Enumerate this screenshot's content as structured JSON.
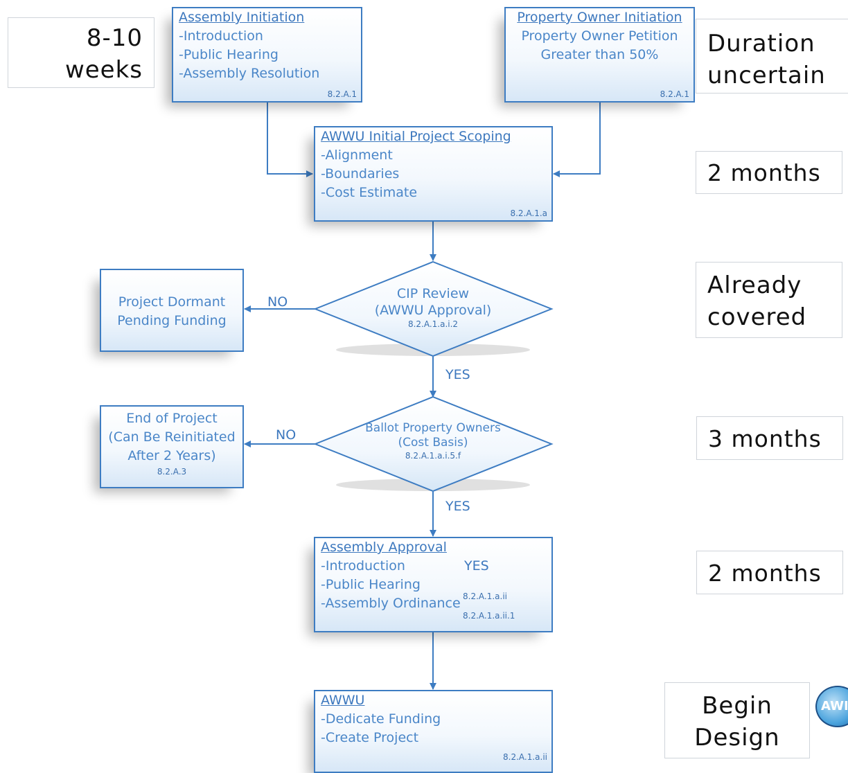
{
  "assembly_initiation": {
    "title": "Assembly Initiation",
    "items": [
      "-Introduction",
      "-Public Hearing",
      "-Assembly Resolution"
    ],
    "ref": "8.2.A.1"
  },
  "property_owner_initiation": {
    "title": "Property Owner Initiation",
    "lines": [
      "Property Owner Petition",
      "Greater than 50%"
    ],
    "ref": "8.2.A.1"
  },
  "scoping": {
    "title": "AWWU Initial Project Scoping",
    "items": [
      "-Alignment",
      "-Boundaries",
      "-Cost Estimate"
    ],
    "ref": "8.2.A.1.a"
  },
  "cip_review": {
    "lines": [
      "CIP Review",
      "(AWWU Approval)"
    ],
    "ref": "8.2.A.1.a.i.2"
  },
  "ballot": {
    "lines": [
      "Ballot Property Owners",
      "(Cost Basis)"
    ],
    "ref": "8.2.A.1.a.i.5.f"
  },
  "dormant": {
    "lines": [
      "Project Dormant",
      "Pending Funding"
    ]
  },
  "end_project": {
    "lines": [
      "End of Project",
      "(Can Be Reinitiated",
      "After 2 Years)"
    ],
    "ref": "8.2.A.3"
  },
  "assembly_approval": {
    "title": "Assembly Approval",
    "items": [
      "-Introduction",
      "-Public Hearing",
      "-Assembly Ordinance"
    ],
    "yes": "YES",
    "ref1": "8.2.A.1.a.ii",
    "ref2": "8.2.A.1.a.ii.1"
  },
  "awwu": {
    "title": "AWWU",
    "items": [
      "-Dedicate Funding",
      "-Create Project"
    ],
    "ref": "8.2.A.1.a.ii"
  },
  "labels": {
    "no1": "NO",
    "no2": "NO",
    "yes1": "YES",
    "yes2": "YES"
  },
  "durations": {
    "d1": [
      "8-10",
      "weeks"
    ],
    "d2": [
      "Duration",
      "uncertain"
    ],
    "d3": "2 months",
    "d4": [
      "Already",
      "covered"
    ],
    "d5": "3 months",
    "d6": "2 months",
    "d7": [
      "Begin",
      "Design"
    ]
  },
  "logo_text": "AWI",
  "colors": {
    "accent": "#3d7cc2",
    "text": "#4a86c8"
  }
}
